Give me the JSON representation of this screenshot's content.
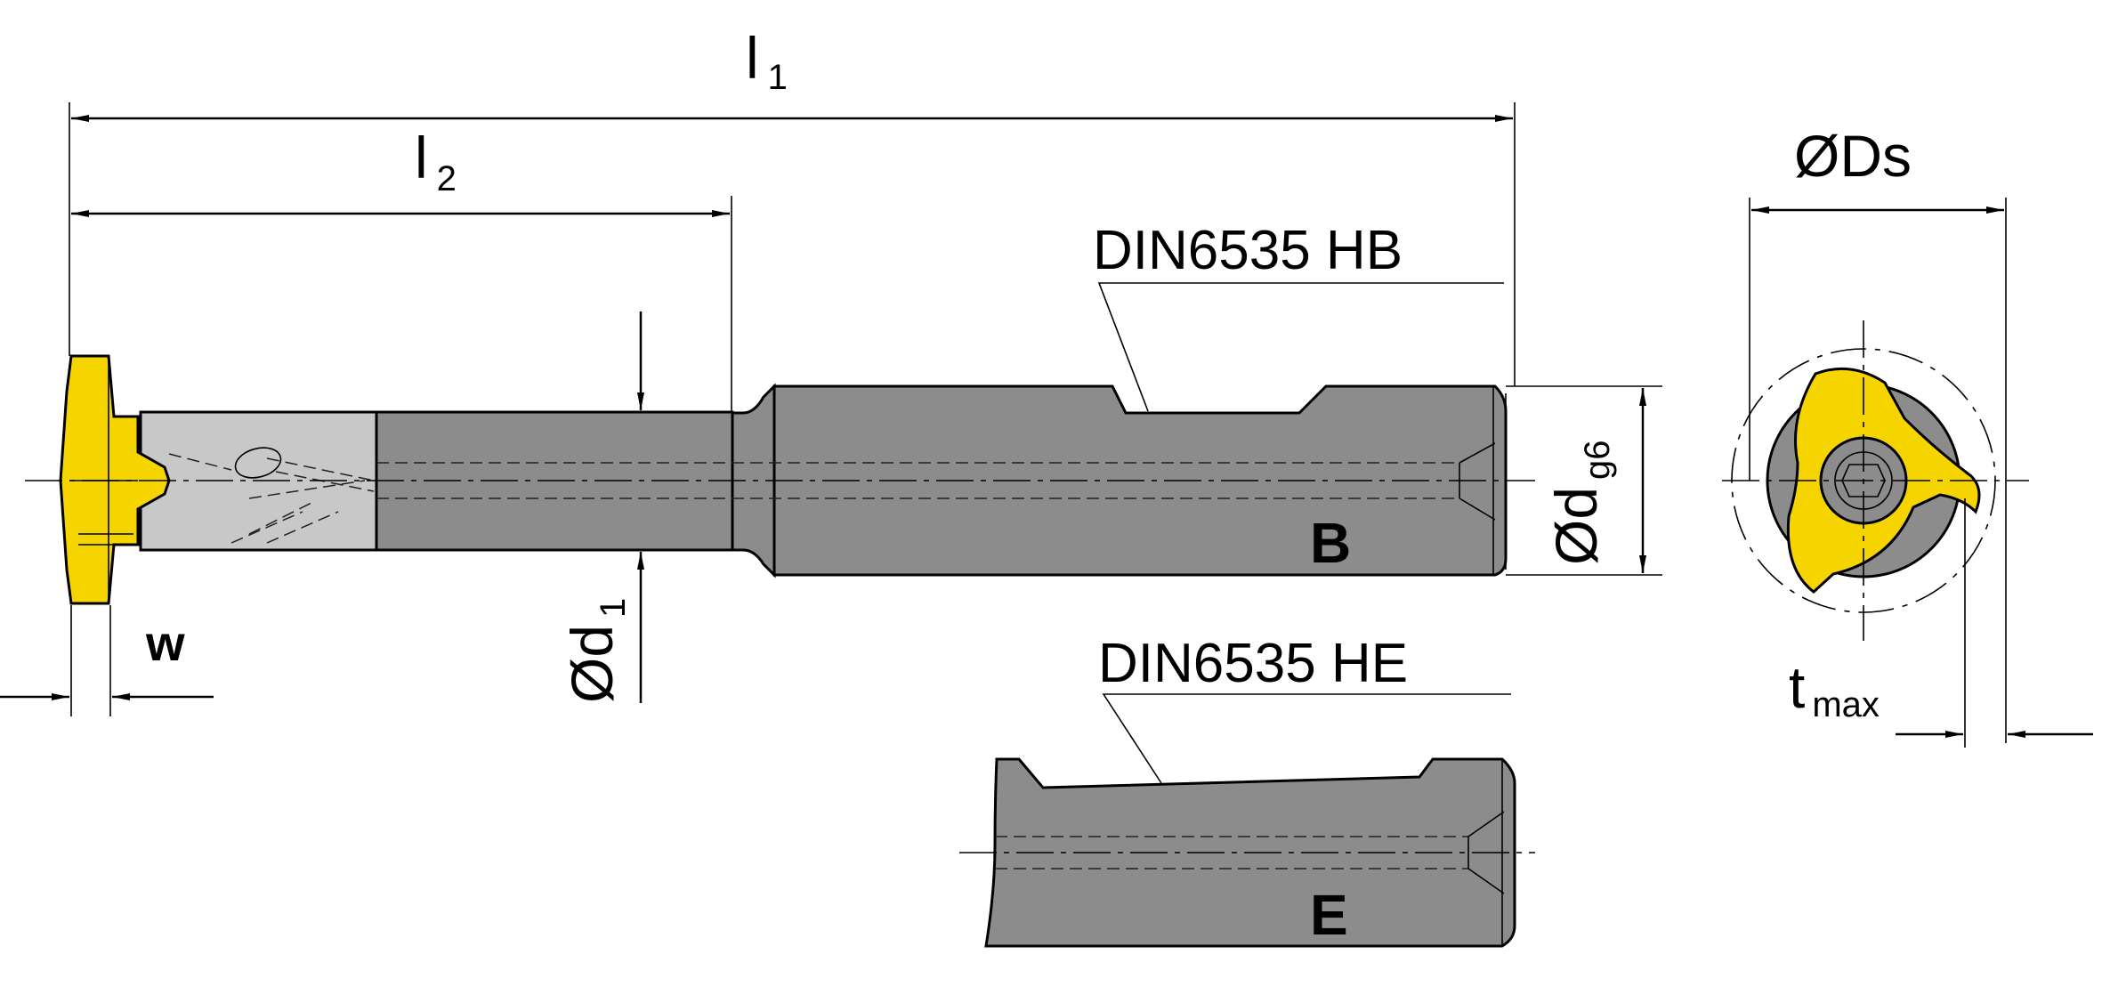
{
  "colors": {
    "insert": "#f5d400",
    "shank": "#8c8c8c",
    "neck": "#c8c8c8",
    "outline": "#000000",
    "background": "#ffffff"
  },
  "dimensions": {
    "l1": {
      "main": "l",
      "sub": "1"
    },
    "l2": {
      "main": "l",
      "sub": "2"
    },
    "d1": {
      "main": "Ød",
      "sub": "1"
    },
    "dg6": {
      "main": "Ød",
      "sub": "g6"
    },
    "w": "w",
    "Ds": "ØDs",
    "tmax": {
      "main": "t",
      "sub": "max"
    }
  },
  "callouts": {
    "hb": "DIN6535 HB",
    "he": "DIN6535 HE"
  },
  "variants": {
    "b": "B",
    "e": "E"
  }
}
